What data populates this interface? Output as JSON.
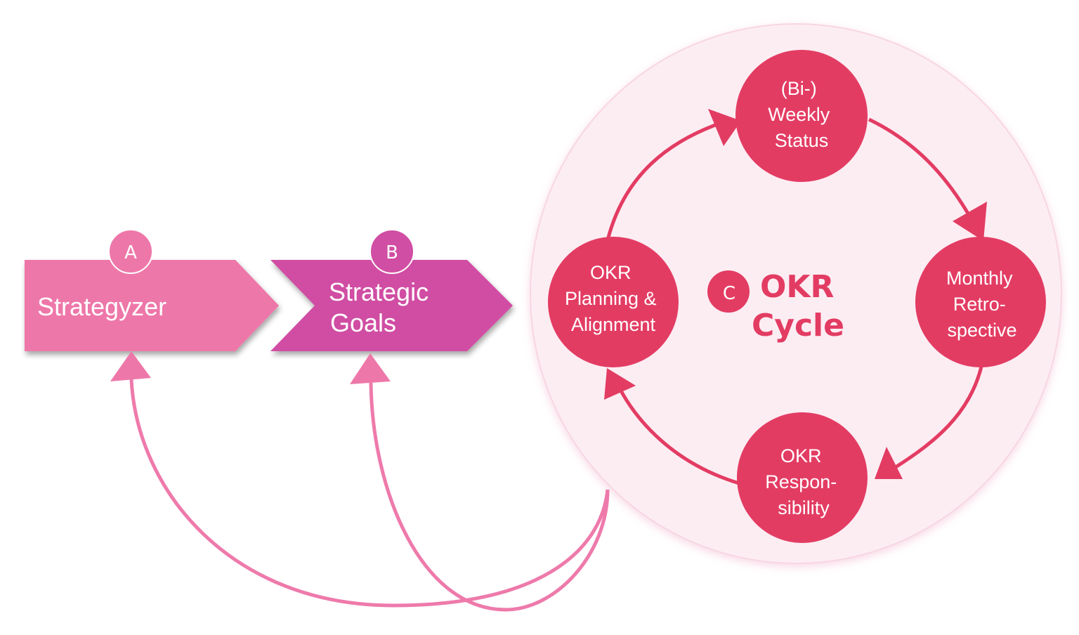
{
  "colors": {
    "step_a": "#ee77a9",
    "step_b": "#d04ea3",
    "node": "#e33c63",
    "cycle_bg": "#fcedf3",
    "cycle_border": "#f8d6e4",
    "feedback_line": "#ee7aab",
    "text_light": "#ffffff"
  },
  "steps": [
    {
      "badge": "A",
      "label_lines": [
        "Strategyzer"
      ]
    },
    {
      "badge": "B",
      "label_lines": [
        "Strategic",
        "Goals"
      ]
    }
  ],
  "cycle": {
    "badge": "C",
    "title_lines": [
      "OKR",
      "Cycle"
    ],
    "nodes": [
      {
        "id": "weekly",
        "label_lines": [
          "(Bi-)",
          "Weekly",
          "Status"
        ]
      },
      {
        "id": "retro",
        "label_lines": [
          "Monthly",
          "Retro-",
          "spective"
        ]
      },
      {
        "id": "responsibility",
        "label_lines": [
          "OKR",
          "Respon-",
          "sibility"
        ]
      },
      {
        "id": "planning",
        "label_lines": [
          "OKR",
          "Planning &",
          "Alignment"
        ]
      }
    ]
  },
  "feedback": [
    {
      "from": "cycle",
      "to": "A"
    },
    {
      "from": "cycle",
      "to": "B"
    }
  ]
}
